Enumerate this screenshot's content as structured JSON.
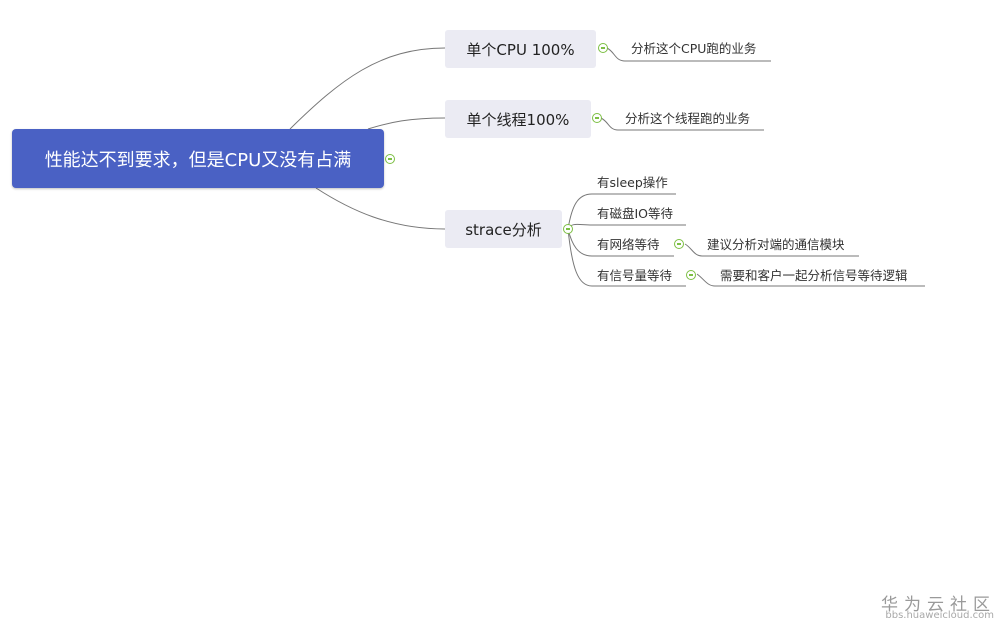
{
  "root": {
    "label": "性能达不到要求，但是CPU又没有占满"
  },
  "branches": [
    {
      "label": "单个CPU 100%",
      "children": [
        {
          "label": "分析这个CPU跑的业务"
        }
      ]
    },
    {
      "label": "单个线程100%",
      "children": [
        {
          "label": "分析这个线程跑的业务"
        }
      ]
    },
    {
      "label": "strace分析",
      "children": [
        {
          "label": "有sleep操作"
        },
        {
          "label": "有磁盘IO等待"
        },
        {
          "label": "有网络等待",
          "children": [
            {
              "label": "建议分析对端的通信模块"
            }
          ]
        },
        {
          "label": "有信号量等待",
          "children": [
            {
              "label": "需要和客户一起分析信号等待逻辑"
            }
          ]
        }
      ]
    }
  ],
  "watermark": {
    "title": "华为云社区",
    "url": "bbs.huaweicloud.com"
  },
  "colors": {
    "root_fill": "#4a61c4",
    "node_fill": "#ebebf3",
    "toggle": "#7cbf43",
    "line": "#777777"
  },
  "icons": {
    "collapse_toggle": "minus-circle-icon"
  }
}
